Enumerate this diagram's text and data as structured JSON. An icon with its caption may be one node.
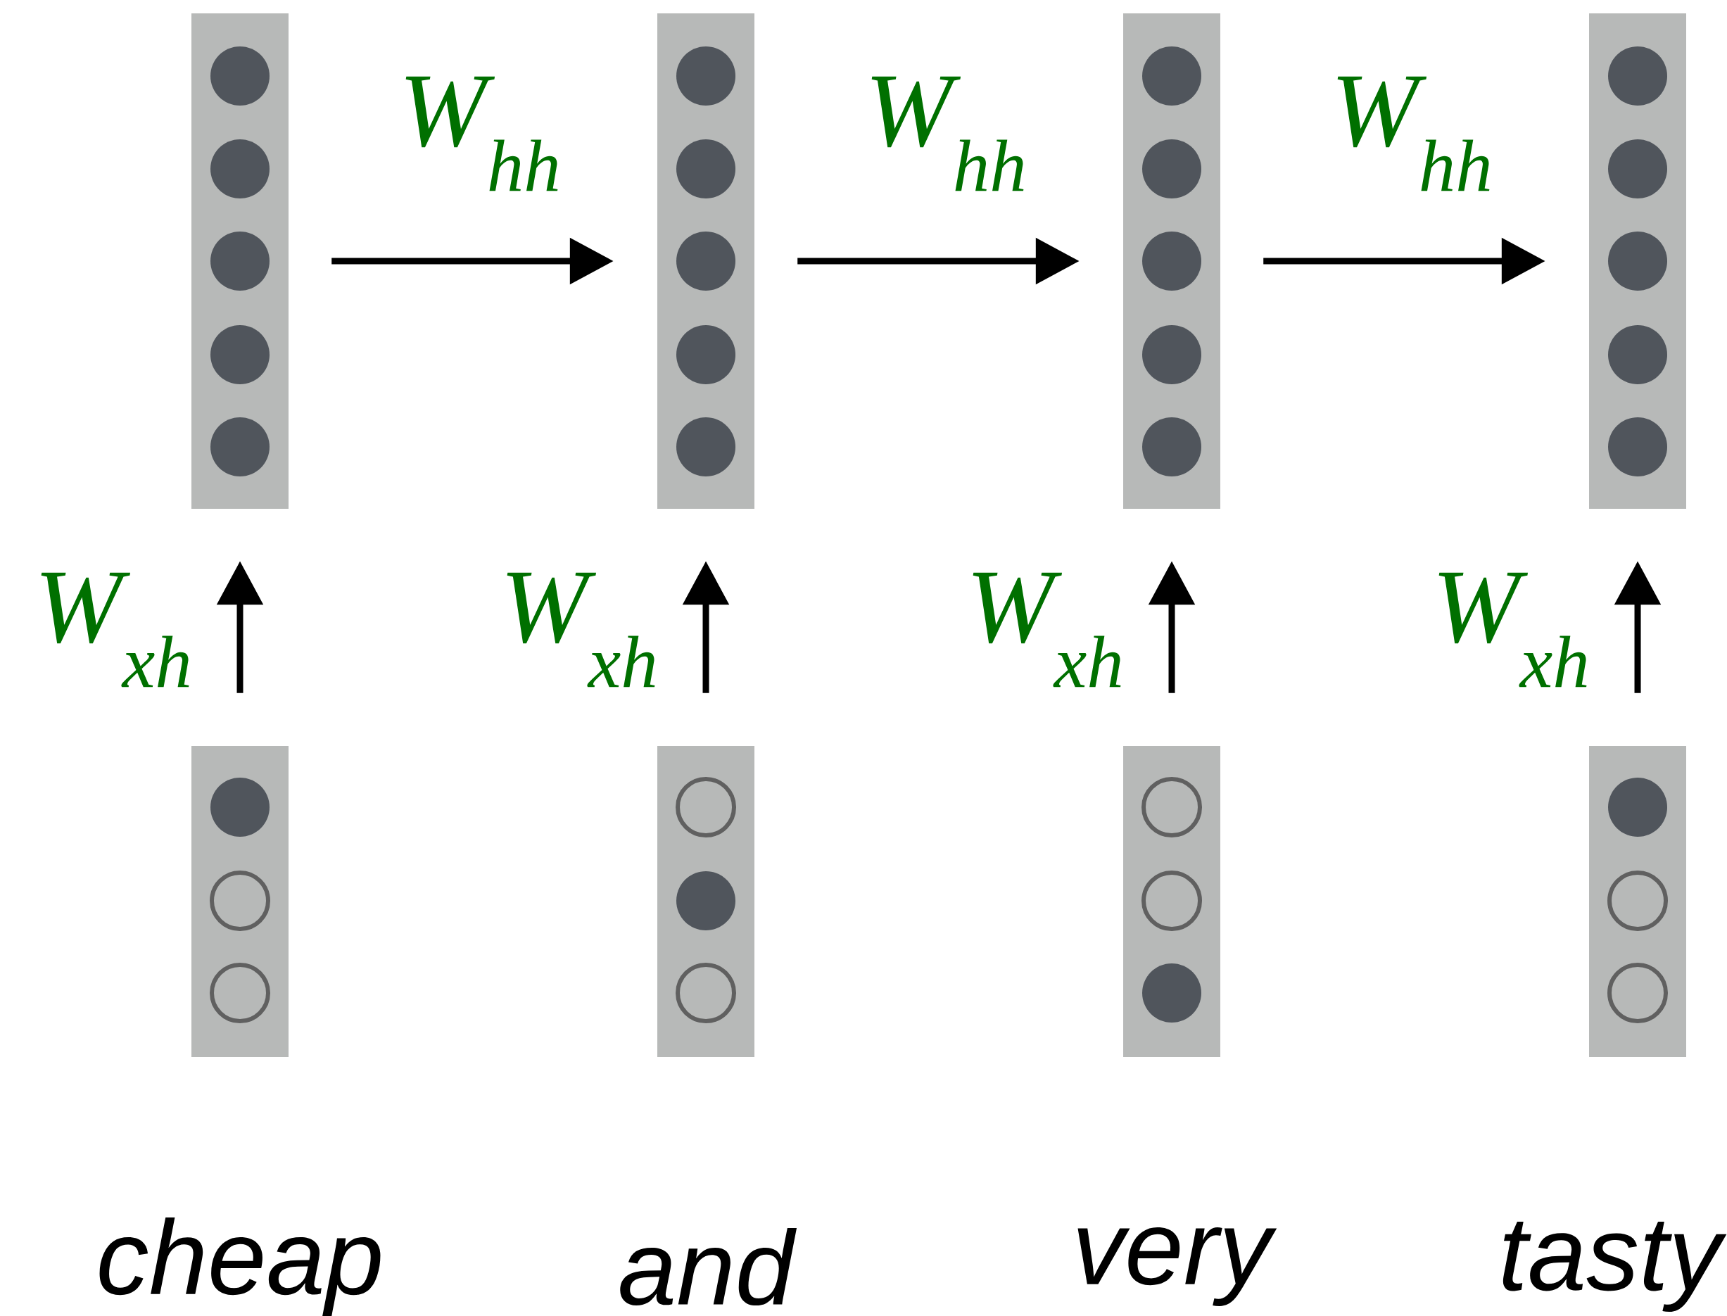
{
  "diagram": {
    "nodes": [
      {
        "text": [],
        "shape": "bar"
      },
      {
        "text": [],
        "shape": "circle",
        "in": 0
      },
      {
        "text": [],
        "shape": "circle",
        "in": 0
      },
      {
        "text": [],
        "shape": "circle",
        "in": 0
      },
      {
        "text": [],
        "shape": "circle",
        "in": 0
      },
      {
        "text": [],
        "shape": "circle",
        "in": 0
      },
      {
        "text": [],
        "shape": "bar"
      },
      {
        "text": [],
        "shape": "circle",
        "in": 6
      },
      {
        "text": [],
        "shape": "circle",
        "in": 6
      },
      {
        "text": [],
        "shape": "circle",
        "in": 6
      },
      {
        "text": [],
        "shape": "circle",
        "in": 6
      },
      {
        "text": [],
        "shape": "circle",
        "in": 6
      },
      {
        "text": [],
        "shape": "bar"
      },
      {
        "text": [],
        "shape": "circle",
        "in": 12
      },
      {
        "text": [],
        "shape": "circle",
        "in": 12
      },
      {
        "text": [],
        "shape": "circle",
        "in": 12
      },
      {
        "text": [],
        "shape": "circle",
        "in": 12
      },
      {
        "text": [],
        "shape": "circle",
        "in": 12
      },
      {
        "text": [],
        "shape": "bar"
      },
      {
        "text": [],
        "shape": "circle",
        "in": 18
      },
      {
        "text": [],
        "shape": "circle",
        "in": 18
      },
      {
        "text": [],
        "shape": "circle",
        "in": 18
      },
      {
        "text": [],
        "shape": "circle",
        "in": 18
      },
      {
        "text": [],
        "shape": "circle",
        "in": 18
      },
      {
        "text": [],
        "shape": "bar",
        "beside": [
          "cheap"
        ]
      },
      {
        "text": [],
        "shape": "circle",
        "in": 24
      },
      {
        "text": [],
        "shape": "ring",
        "in": 24
      },
      {
        "text": [],
        "shape": "ring",
        "in": 24
      },
      {
        "text": [],
        "shape": "bar",
        "beside": [
          "and"
        ]
      },
      {
        "text": [],
        "shape": "ring",
        "in": 28
      },
      {
        "text": [],
        "shape": "circle",
        "in": 28
      },
      {
        "text": [],
        "shape": "ring",
        "in": 28
      },
      {
        "text": [],
        "shape": "bar",
        "beside": [
          "very"
        ]
      },
      {
        "text": [],
        "shape": "ring",
        "in": 32
      },
      {
        "text": [],
        "shape": "ring",
        "in": 32
      },
      {
        "text": [],
        "shape": "circle",
        "in": 32
      },
      {
        "text": [],
        "shape": "bar",
        "beside": [
          "tasty"
        ]
      },
      {
        "text": [],
        "shape": "circle",
        "in": 36
      },
      {
        "text": [],
        "shape": "ring",
        "in": 36
      },
      {
        "text": [],
        "shape": "ring",
        "in": 36
      }
    ],
    "edges": [
      {
        "from": 0,
        "to": 6,
        "arrow": "to",
        "label": "W$_{hh}$"
      },
      {
        "from": 6,
        "to": 12,
        "arrow": "to",
        "label": "W$_{hh}$"
      },
      {
        "from": 12,
        "to": 18,
        "arrow": "to",
        "label": "W$_{hh}$"
      },
      {
        "from": 24,
        "to": 0,
        "arrow": "to",
        "label": "W$_{xh}$"
      },
      {
        "from": 28,
        "to": 6,
        "arrow": "to",
        "label": "W$_{xh}$"
      },
      {
        "from": 32,
        "to": 12,
        "arrow": "to",
        "label": "W$_{xh}$"
      },
      {
        "from": 36,
        "to": 18,
        "arrow": "to",
        "label": "W$_{xh}$"
      }
    ]
  }
}
